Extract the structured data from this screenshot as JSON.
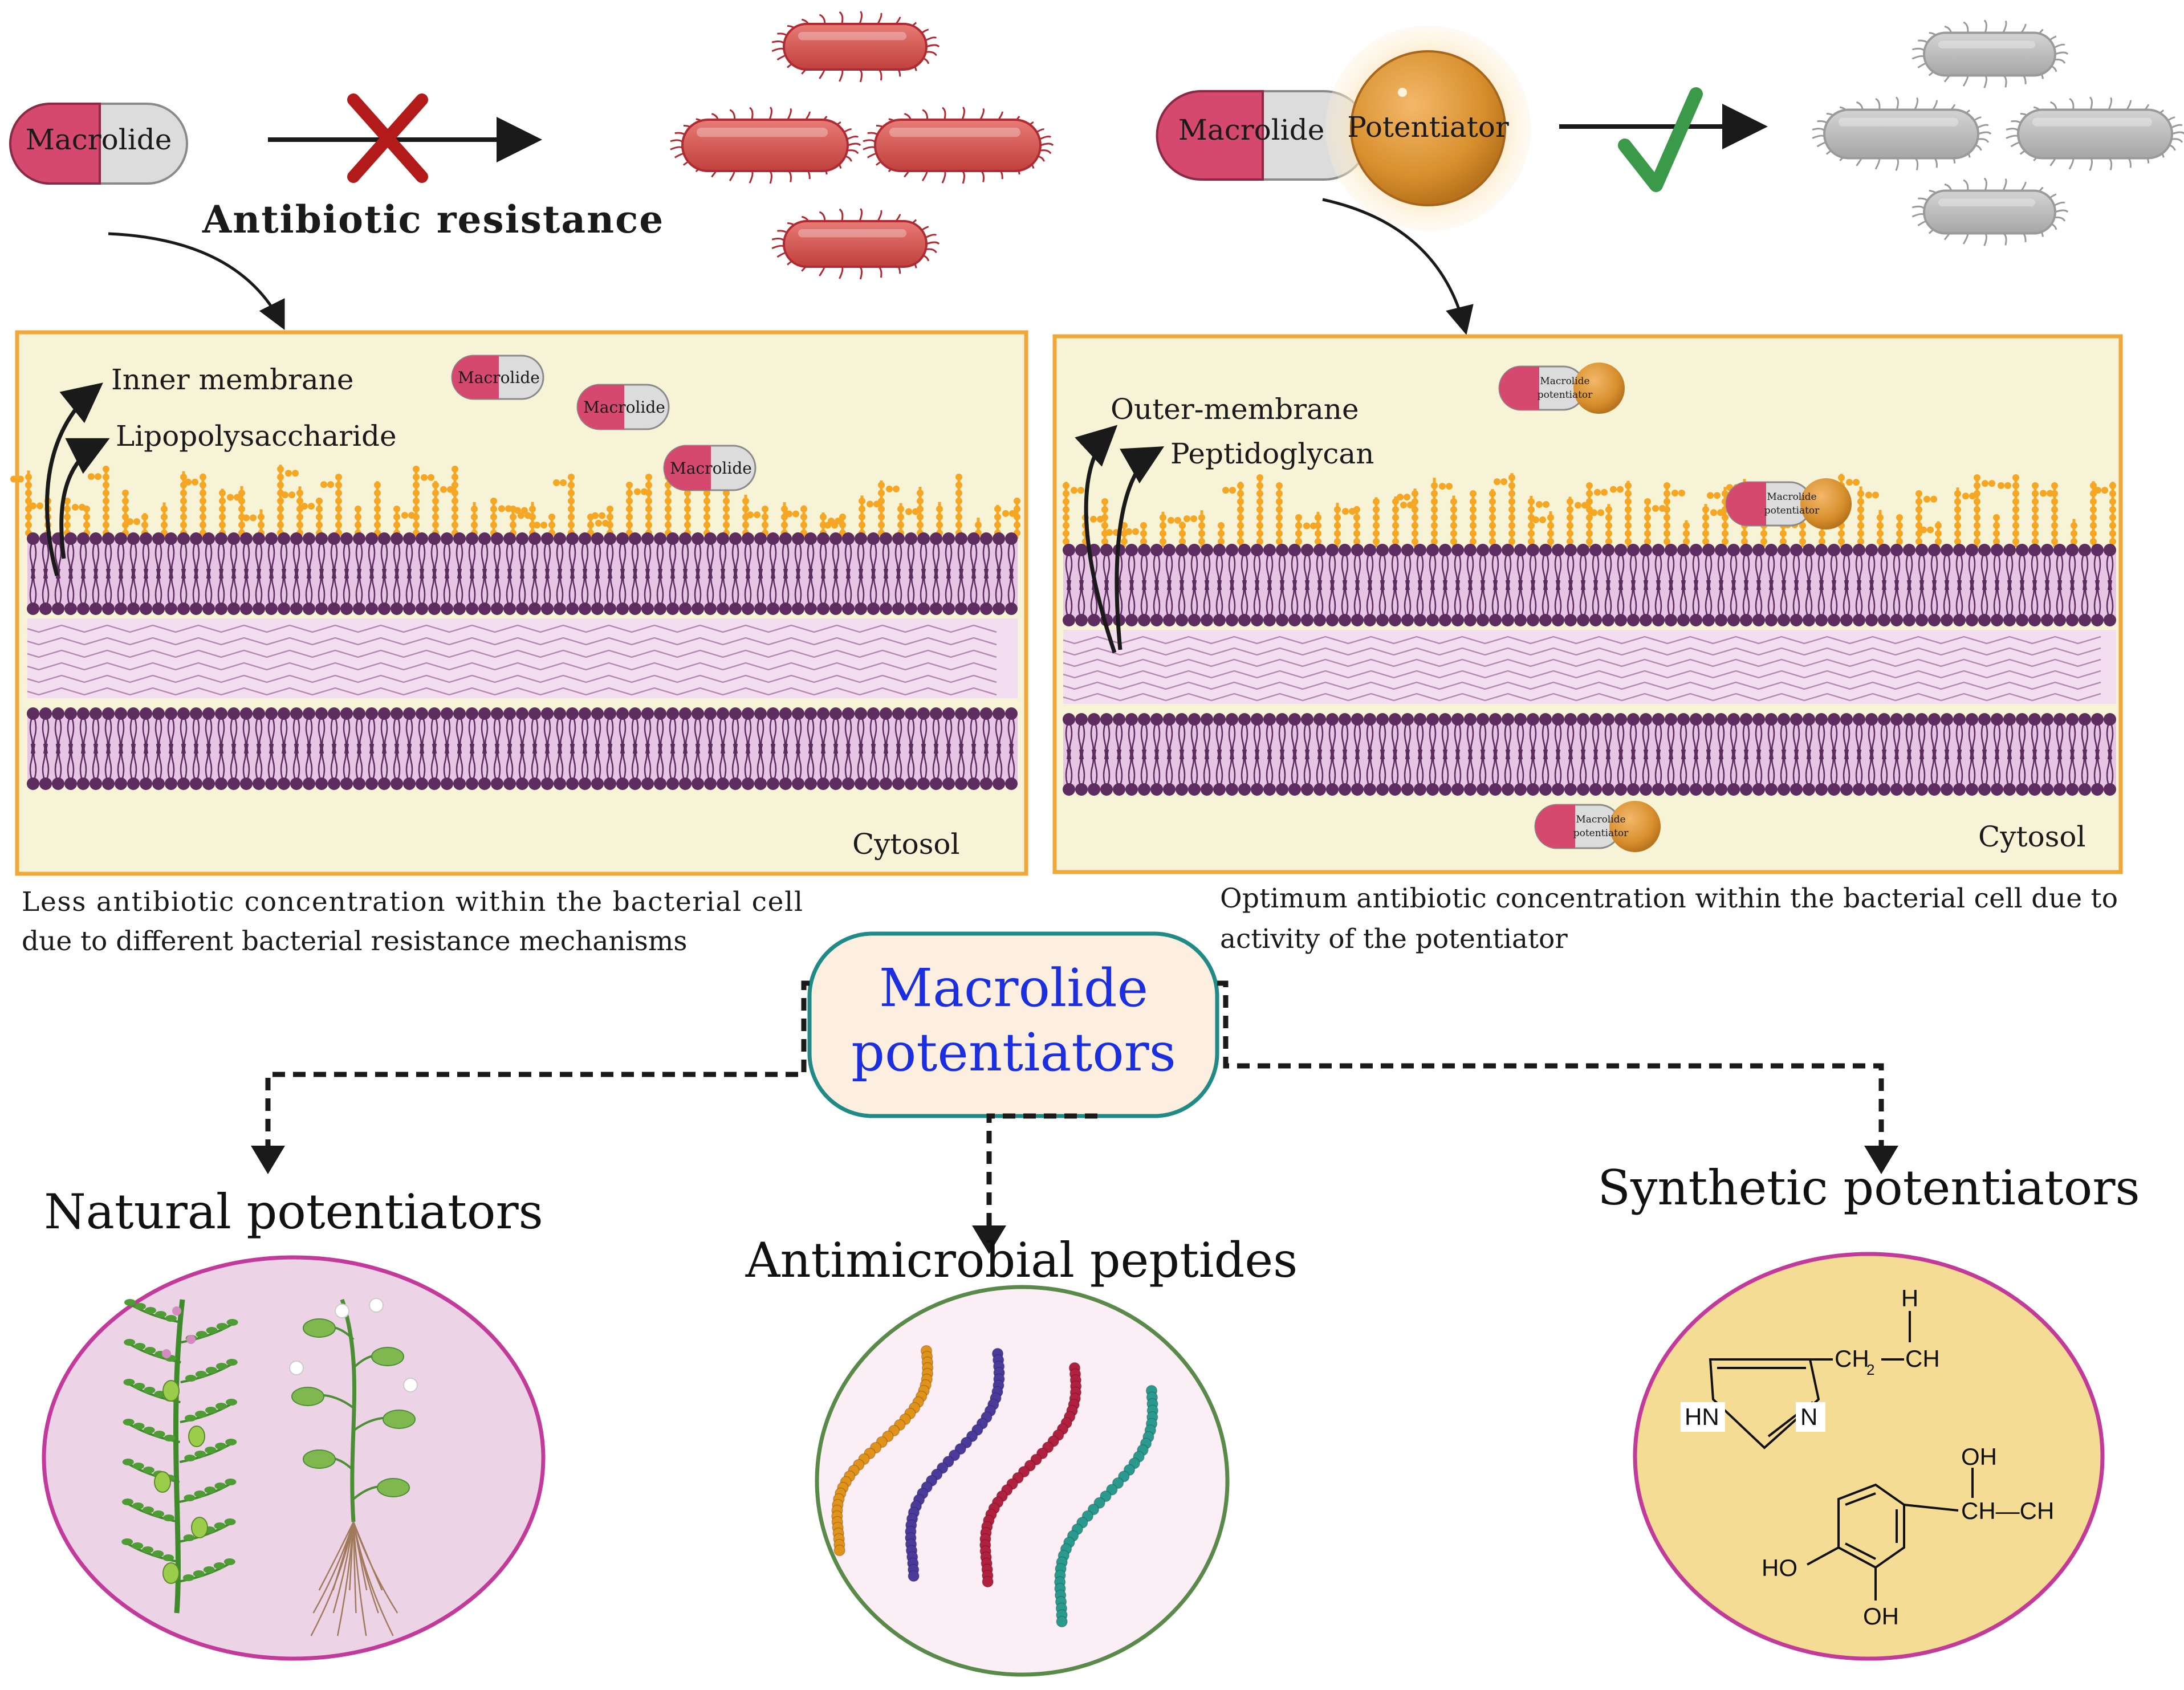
{
  "top_left": {
    "pill_label": "Macrolide",
    "heading": "Antibiotic resistance"
  },
  "top_right": {
    "pill_label": "Macrolide",
    "potentiator_label": "Potentiator"
  },
  "panel_left": {
    "label_inner": "Inner membrane",
    "label_lps": "Lipopolysaccharide",
    "pill_labels": [
      "Macrolide",
      "Macrolide",
      "Macrolide"
    ],
    "cytosol": "Cytosol",
    "caption_line1": "Less antibiotic concentration within the bacterial cell",
    "caption_line2": "due to different bacterial resistance mechanisms"
  },
  "panel_right": {
    "label_outer": "Outer-membrane",
    "label_pg": "Peptidoglycan",
    "mini_label_line1": "Macrolide",
    "mini_label_line2": "potentiator",
    "cytosol": "Cytosol",
    "caption_line1": "Optimum antibiotic concentration within the bacterial cell due to",
    "caption_line2": "activity of the potentiator"
  },
  "center_node": {
    "line1": "Macrolide",
    "line2": "potentiators"
  },
  "categories": {
    "natural": "Natural potentiators",
    "peptides": "Antimicrobial peptides",
    "synthetic": "Synthetic potentiators"
  },
  "chemistry": {
    "h": "H",
    "ch2": "CH",
    "ch2_sub": "2",
    "ch": "CH",
    "hn": "HN",
    "n": "N",
    "oh_top": "OH",
    "ch_ch": "CH—CH",
    "ho": "HO",
    "oh_bottom": "OH"
  },
  "colors": {
    "panel_fill": "#f7f3d6",
    "panel_border": "#f0a83a",
    "membrane_dark": "#5c2d5e",
    "membrane_light": "#e6c6e4",
    "lps_orange": "#f5a623",
    "pill_red": "#d6496e",
    "pill_grey": "#dcdcdc",
    "bacteria_red": "#d2524f",
    "bacteria_grey": "#b8b8b8",
    "center_border": "#1f8a86",
    "center_fill": "#fcefdf",
    "center_text": "#1c2fe0",
    "natural_fill": "#ecd3e6",
    "natural_border": "#c23a9a",
    "peptide_fill": "#fbeef5",
    "peptide_border": "#5a8a4a",
    "synthetic_fill": "#f5dc94",
    "synthetic_border": "#c23a9a",
    "check_green": "#3a9a4a",
    "cross_red": "#b31b1b"
  },
  "icons": [
    "cross-icon",
    "check-icon",
    "arrow-icon",
    "bacterium-icon",
    "plant-icon",
    "peptide-chain-icon"
  ]
}
